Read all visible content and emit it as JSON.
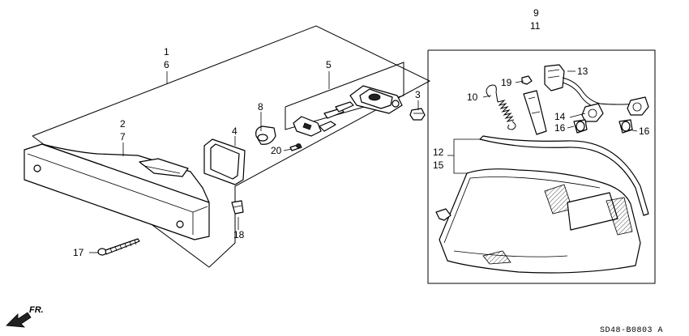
{
  "diagram": {
    "callouts": {
      "c1": "1",
      "c6": "6",
      "c2": "2",
      "c7": "7",
      "c3": "3",
      "c4": "4",
      "c5": "5",
      "c8": "8",
      "c9": "9",
      "c11": "11",
      "c10": "10",
      "c12": "12",
      "c15": "15",
      "c13": "13",
      "c14": "14",
      "c16a": "16",
      "c16b": "16",
      "c17": "17",
      "c18": "18",
      "c19": "19",
      "c20": "20"
    },
    "drawing_code": "SD48-B0803 A",
    "direction_label": "FR."
  }
}
